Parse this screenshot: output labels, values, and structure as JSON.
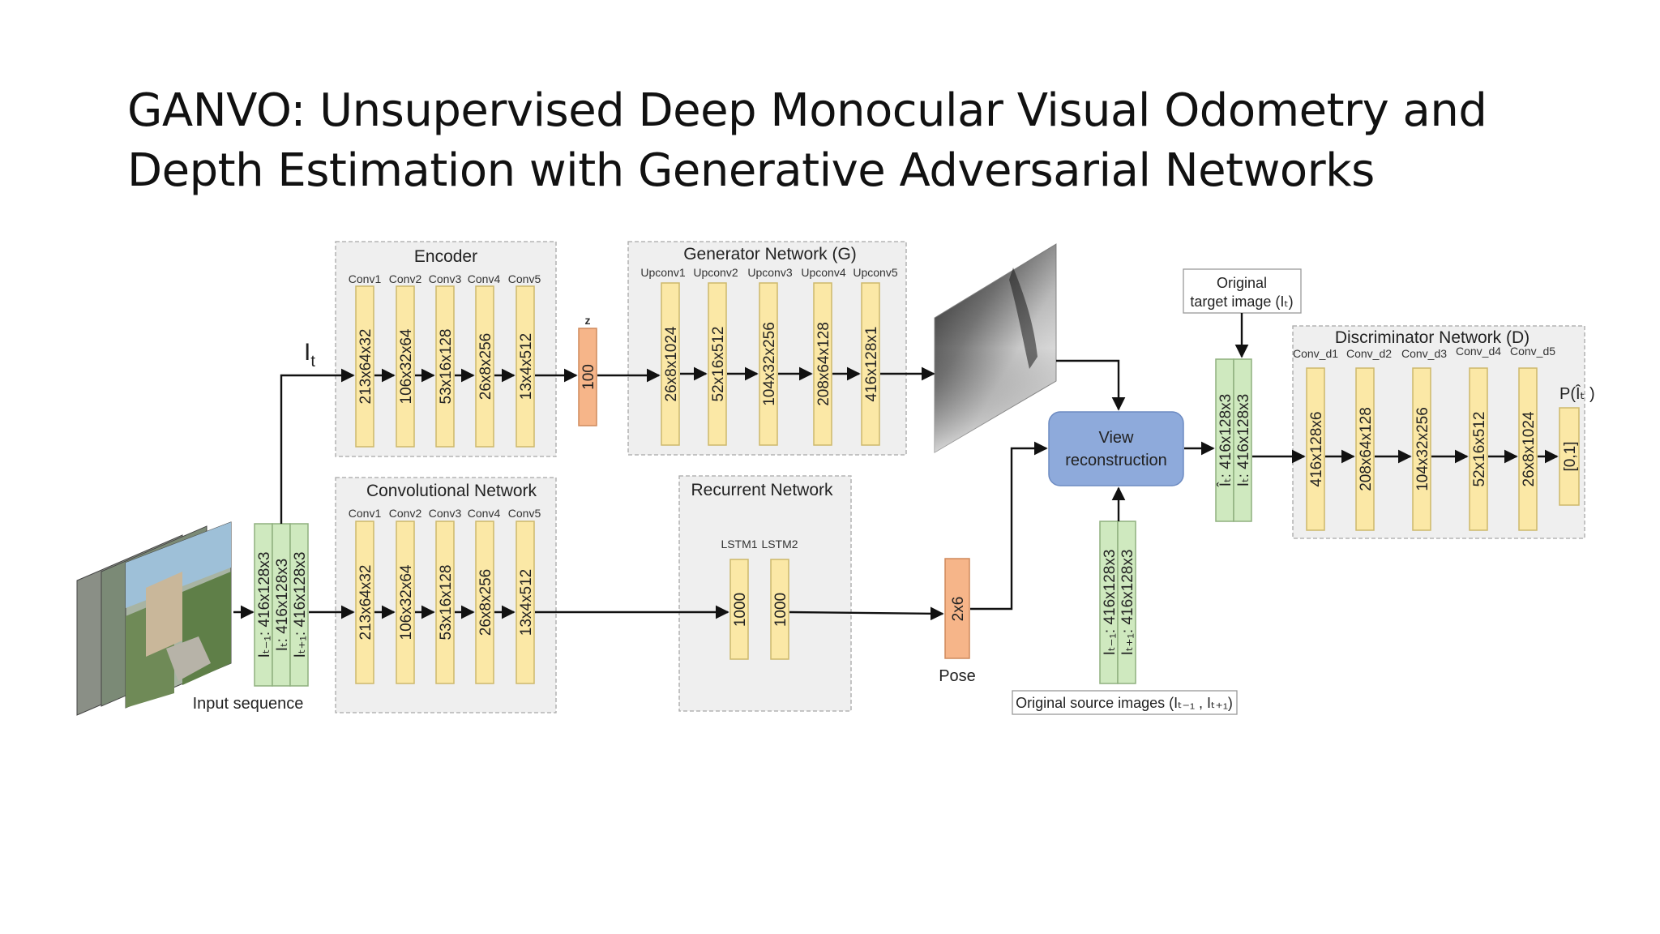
{
  "title": {
    "line1": "GANVO: Unsupervised Deep Monocular Visual Odometry and",
    "line2": "Depth Estimation with Generative Adversarial Networks"
  },
  "colors": {
    "layer": "#fbe8a6",
    "input": "#cfe9bf",
    "latent": "#f6b589",
    "view_recon": "#8eaadb",
    "group_bg": "#efefef"
  },
  "diagram": {
    "it_label": "I",
    "it_sub": "t",
    "input_sequence_label": "Input sequence",
    "input_stack": [
      "Iₜ₋₁: 416x128x3",
      "Iₜ: 416x128x3",
      "Iₜ₊₁: 416x128x3"
    ],
    "encoder": {
      "title": "Encoder",
      "layers": [
        {
          "name": "Conv1",
          "size": "213x64x32"
        },
        {
          "name": "Conv2",
          "size": "106x32x64"
        },
        {
          "name": "Conv3",
          "size": "53x16x128"
        },
        {
          "name": "Conv4",
          "size": "26x8x256"
        },
        {
          "name": "Conv5",
          "size": "13x4x512"
        }
      ]
    },
    "latent": {
      "label": "z",
      "size": "100"
    },
    "generator": {
      "title": "Generator Network (G)",
      "layers": [
        {
          "name": "Upconv1",
          "size": "26x8x1024"
        },
        {
          "name": "Upconv2",
          "size": "52x16x512"
        },
        {
          "name": "Upconv3",
          "size": "104x32x256"
        },
        {
          "name": "Upconv4",
          "size": "208x64x128"
        },
        {
          "name": "Upconv5",
          "size": "416x128x1"
        }
      ]
    },
    "convnet": {
      "title": "Convolutional Network",
      "layers": [
        {
          "name": "Conv1",
          "size": "213x64x32"
        },
        {
          "name": "Conv2",
          "size": "106x32x64"
        },
        {
          "name": "Conv3",
          "size": "53x16x128"
        },
        {
          "name": "Conv4",
          "size": "26x8x256"
        },
        {
          "name": "Conv5",
          "size": "13x4x512"
        }
      ]
    },
    "recurrent": {
      "title": "Recurrent Network",
      "layers": [
        {
          "name": "LSTM1",
          "size": "1000"
        },
        {
          "name": "LSTM2",
          "size": "1000"
        }
      ]
    },
    "pose": {
      "label": "Pose",
      "size": "2x6"
    },
    "view_reconstruction": {
      "line1": "View",
      "line2": "reconstruction"
    },
    "source_stack": [
      "Iₜ₋₁: 416x128x3",
      "Iₜ₊₁: 416x128x3"
    ],
    "source_label": "Original source images (Iₜ₋₁ , Iₜ₊₁)",
    "target_label": {
      "line1": "Original",
      "line2": "target image (Iₜ)"
    },
    "disc_input_stack": [
      "Îₜ: 416x128x3",
      "Iₜ: 416x128x3"
    ],
    "discriminator": {
      "title": "Discriminator Network (D)",
      "layers": [
        {
          "name": "Conv_d1",
          "size": "416x128x6"
        },
        {
          "name": "Conv_d2",
          "size": "208x64x128"
        },
        {
          "name": "Conv_d3",
          "size": "104x32x256"
        },
        {
          "name": "Conv_d4",
          "size": "52x16x512"
        },
        {
          "name": "Conv_d5",
          "size": "26x8x1024"
        }
      ]
    },
    "output": {
      "label": "P(Îₜ )",
      "size": "[0,1]"
    }
  }
}
